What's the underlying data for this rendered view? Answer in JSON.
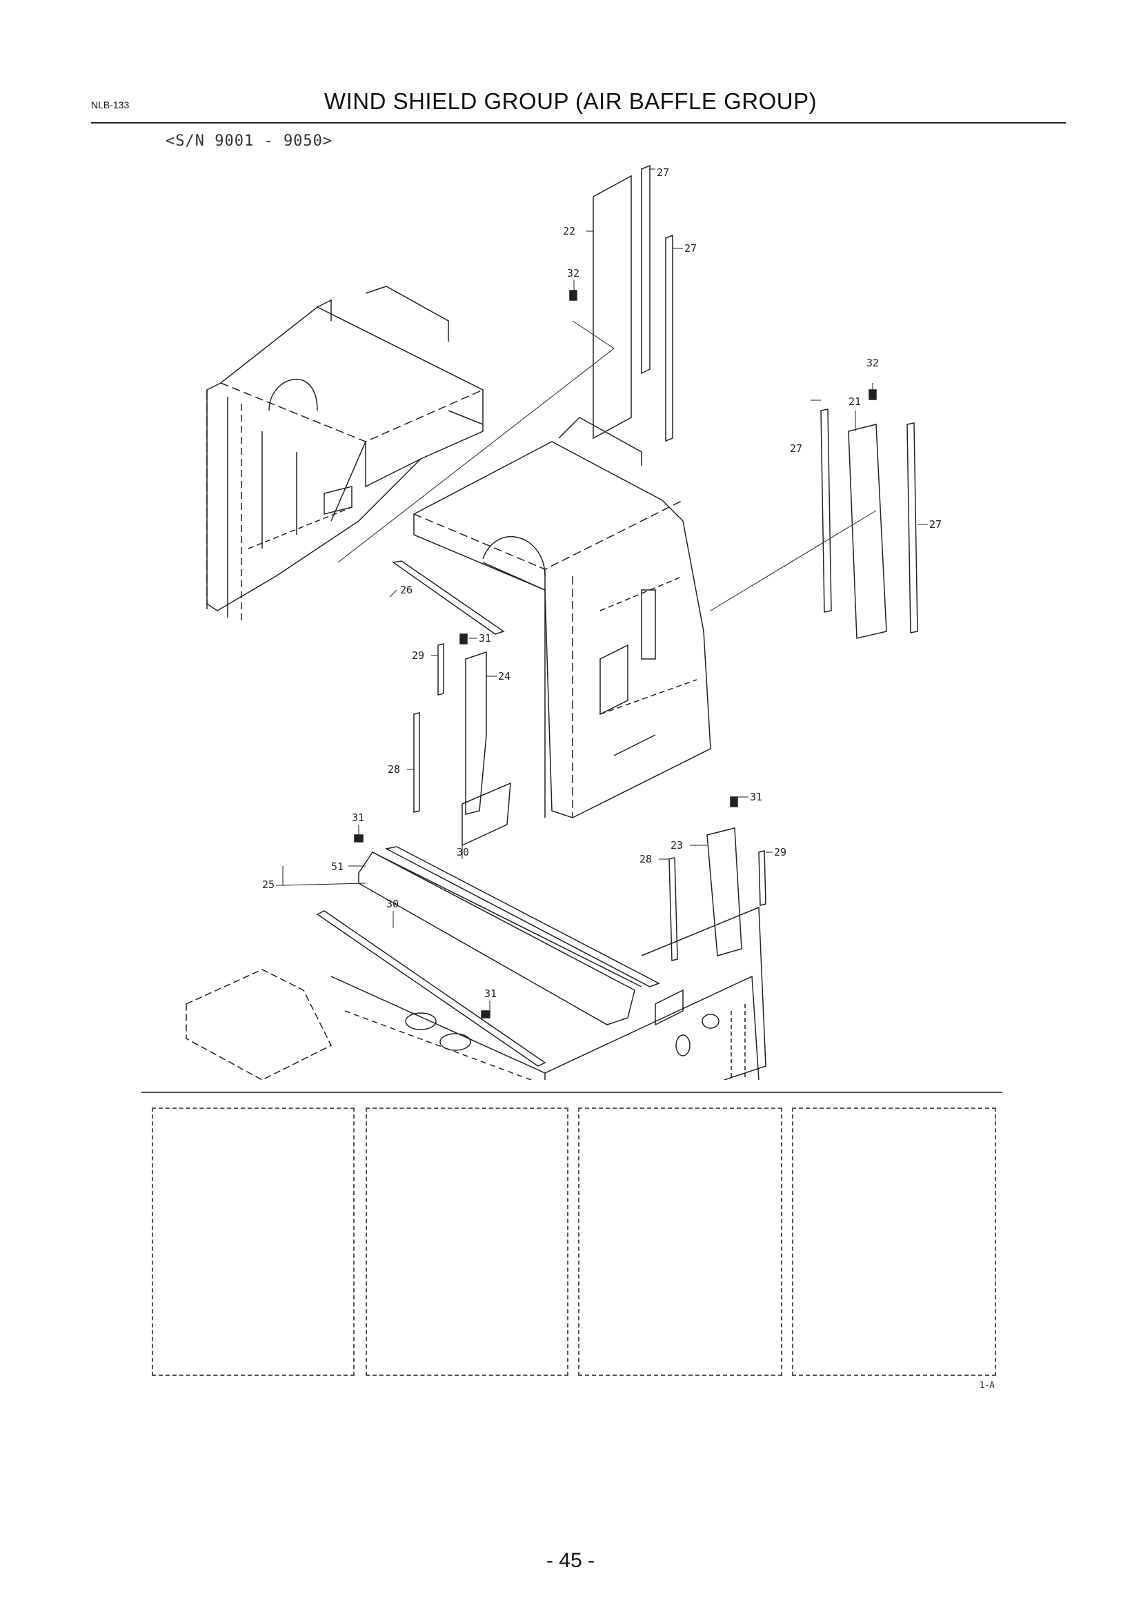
{
  "header": {
    "doc_code": "NLB-133",
    "title": "WIND SHIELD GROUP (AIR BAFFLE GROUP)",
    "serial_range": "<S/N 9001 - 9050>"
  },
  "callouts": {
    "c27a": "27",
    "c22": "22",
    "c32a": "32",
    "c27b": "27",
    "c32b": "32",
    "c21": "21",
    "c27c": "27",
    "c27d": "27",
    "c26": "26",
    "c31a": "31",
    "c29a": "29",
    "c24": "24",
    "c28a": "28",
    "c31b": "31",
    "c30a": "30",
    "c51": "51",
    "c25": "25",
    "c30b": "30",
    "c31c": "31",
    "c31d": "31",
    "c23": "23",
    "c29b": "29",
    "c28b": "28"
  },
  "footer": {
    "box_ref": "1-A",
    "page_number": "- 45 -"
  }
}
